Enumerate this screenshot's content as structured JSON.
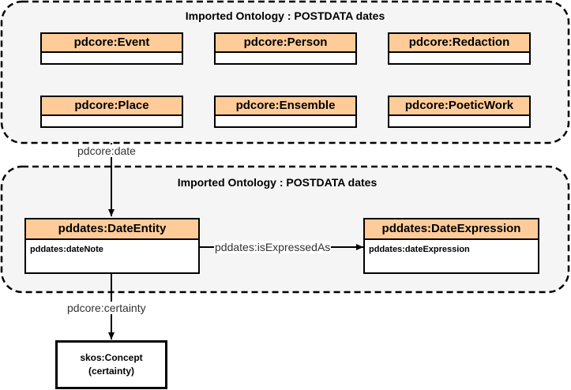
{
  "groups": {
    "top": {
      "title": "Imported Ontology : POSTDATA dates"
    },
    "bottom": {
      "title": "Imported Ontology : POSTDATA dates"
    }
  },
  "top_classes": [
    {
      "name": "pdcore:Event"
    },
    {
      "name": "pdcore:Person"
    },
    {
      "name": "pdcore:Redaction"
    },
    {
      "name": "pdcore:Place"
    },
    {
      "name": "pdcore:Ensemble"
    },
    {
      "name": "pdcore:PoeticWork"
    }
  ],
  "date_entity": {
    "name": "pddates:DateEntity",
    "attribute": "pddates:dateNote"
  },
  "date_expression": {
    "name": "pddates:DateExpression",
    "attribute": "pddates:dateExpression"
  },
  "concept": {
    "line1": "skos:Concept",
    "line2": "(certainty)"
  },
  "edges": {
    "date": "pdcore:date",
    "is_expressed_as": "pddates:isExpressedAs",
    "certainty": "pdcore:certainty"
  },
  "colors": {
    "class_header": "#ffcc99",
    "group_fill": "#f5f5f5",
    "border": "#000000",
    "edge_label": "#333333"
  }
}
